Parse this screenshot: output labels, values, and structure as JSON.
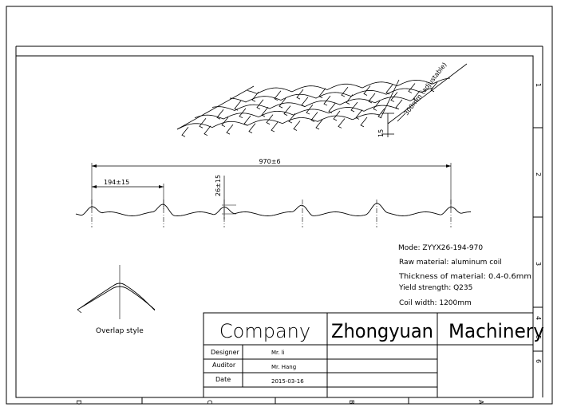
{
  "panel": {
    "label_length": "300mm (adjustable)",
    "label_height": "15"
  },
  "profile": {
    "total_width": "970±6",
    "pitch": "194±15",
    "rib_height": "26±15"
  },
  "overlap": {
    "label": "Overlap style"
  },
  "specs": [
    "Mode: ZYYX26-194-970",
    "Raw material: aluminum coil",
    "Thickness of material: 0.4-0.6mm",
    "Yield strength: Q235",
    "Coil width: 1200mm"
  ],
  "title_block": {
    "company_words": [
      "Company",
      "Zhongyuan",
      "Machinery"
    ],
    "rows": [
      {
        "label": "Designer",
        "value": "Mr. li"
      },
      {
        "label": "Auditor",
        "value": "Mr. Hang"
      },
      {
        "label": "Date",
        "value": "2015-03-16"
      }
    ]
  },
  "border_zones": {
    "right": [
      "1",
      "2",
      "3",
      "4",
      "5",
      "6"
    ],
    "bottom": [
      "D",
      "C",
      "B",
      "A"
    ]
  }
}
